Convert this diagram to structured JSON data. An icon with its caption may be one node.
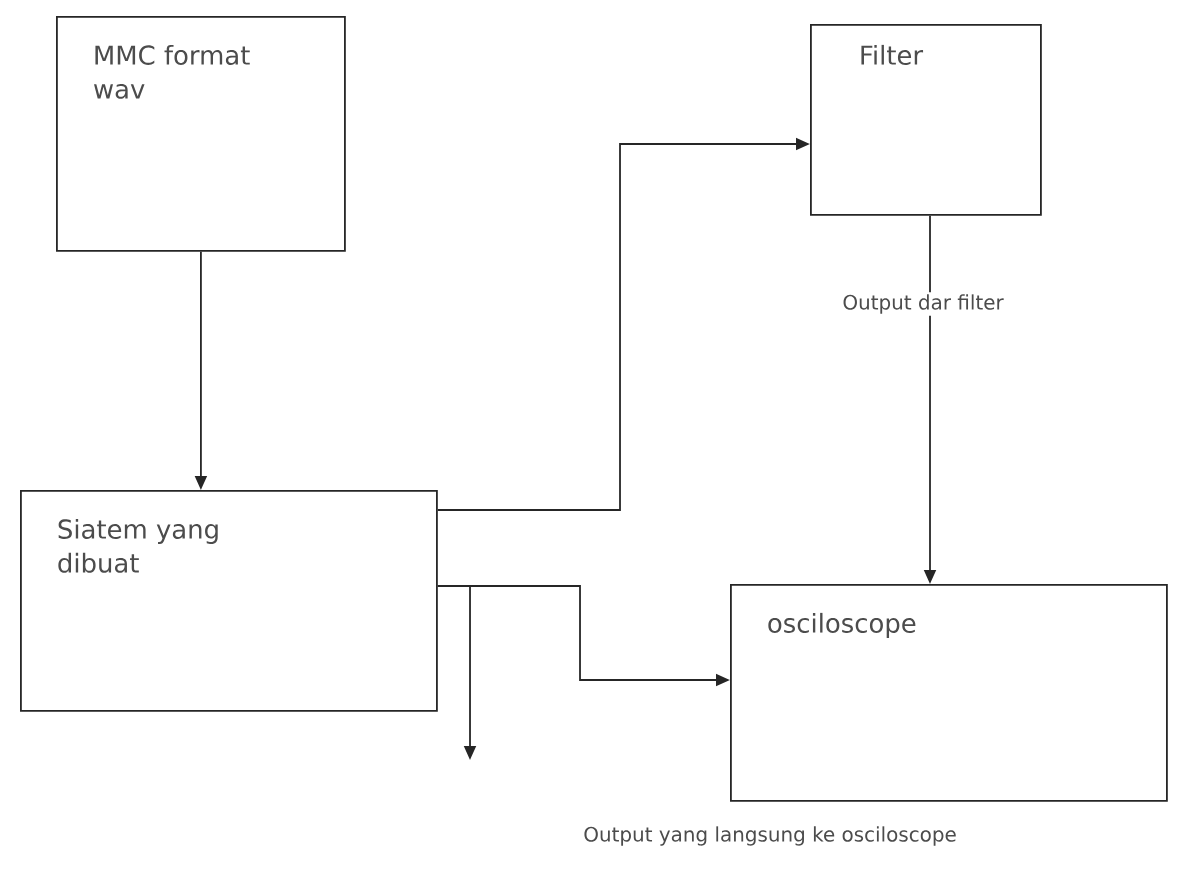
{
  "diagram": {
    "nodes": [
      {
        "text": [
          "MMC format wav"
        ]
      },
      {
        "text": [
          "Filter"
        ]
      },
      {
        "text": [
          "Siatem yang dibuat"
        ]
      },
      {
        "text": [
          "osciloscope"
        ]
      }
    ],
    "edges": [
      {
        "from": 0,
        "to": 2,
        "arrow": "to"
      },
      {
        "from": 2,
        "to": 1,
        "arrow": "to"
      },
      {
        "from": 1,
        "to": 3,
        "arrow": "to",
        "label": "Output dar filter"
      },
      {
        "from": 2,
        "to": 3,
        "arrow": "to"
      },
      {
        "from": 2,
        "to": null,
        "arrow": "to"
      }
    ],
    "labels": [
      "Output yang langsung ke osciloscope"
    ]
  }
}
